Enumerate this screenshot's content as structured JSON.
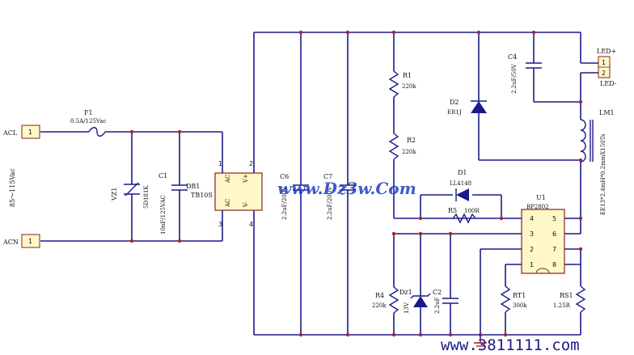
{
  "connectors": {
    "acl": {
      "net": "ACL",
      "pin": "1"
    },
    "acn": {
      "net": "ACN",
      "pin": "1"
    },
    "led": {
      "pin1": "1",
      "pin2": "2",
      "plus": "LED+",
      "minus": "LED-"
    }
  },
  "input_voltage": "85～115Vac",
  "components": {
    "f1": {
      "ref": "F1",
      "value": "0.5A/125Vac"
    },
    "vz1": {
      "ref": "VZ1",
      "value": "5D181K"
    },
    "c1": {
      "ref": "C1",
      "value": "10nF/125VAC"
    },
    "db1": {
      "ref": "DB1",
      "value": "TB10S",
      "pin_ac1": "AC",
      "pin_ac2": "AC",
      "pin_vp": "V+",
      "pin_vm": "V-",
      "n1": "1",
      "n2": "2",
      "n3": "3",
      "n4": "4"
    },
    "c6": {
      "ref": "C6",
      "value": "2.2uF/200V"
    },
    "c7": {
      "ref": "C7",
      "value": "2.2uF/200V"
    },
    "r1": {
      "ref": "R1",
      "value": "220k"
    },
    "r2": {
      "ref": "R2",
      "value": "220k"
    },
    "d2": {
      "ref": "D2",
      "value": "ER1J"
    },
    "c4": {
      "ref": "C4",
      "value": "2.2uF/50V"
    },
    "lm1": {
      "ref": "LM1",
      "value": "EE13*2.4mH*0.2mmX150Ts"
    },
    "d1": {
      "ref": "D1",
      "value": "LL4148"
    },
    "r5": {
      "ref": "R5",
      "value": "100R"
    },
    "u1": {
      "ref": "U1",
      "value": "BP2802",
      "pins": [
        "1",
        "2",
        "3",
        "4",
        "5",
        "6",
        "7",
        "8"
      ]
    },
    "r4": {
      "ref": "R4",
      "value": "220k"
    },
    "dz1": {
      "ref": "Dz1",
      "value": "13V"
    },
    "c2": {
      "ref": "C2",
      "value": "2.2uF"
    },
    "rt1": {
      "ref": "RT1",
      "value": "300k"
    },
    "rs1": {
      "ref": "RS1",
      "value": "1.25R"
    }
  },
  "watermark": {
    "site": "www.Dz3w.Com",
    "bottom": "www.3811111.com"
  },
  "colors": {
    "wire": "#1a1a8c",
    "junction": "#b22222",
    "part_fill": "#fff8c8"
  }
}
